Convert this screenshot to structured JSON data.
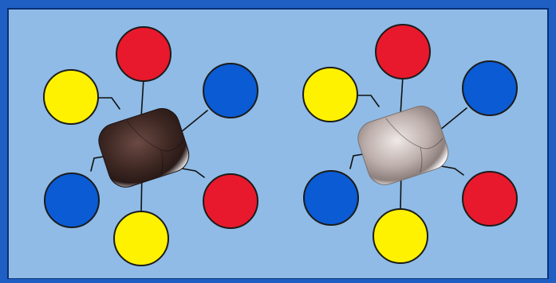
{
  "colors": {
    "frame": "#1f5fc4",
    "panel": "#8fbbe6",
    "panel_border": "#0b2f73",
    "red": "#e8192c",
    "yellow": "#fff200",
    "blue": "#0a5bd4",
    "dark_core": "#4a302a",
    "light_core": "#c9bfbd"
  },
  "figures": [
    {
      "id": "left",
      "core_tone": "dark",
      "balls": [
        {
          "color": "red",
          "position": "top"
        },
        {
          "color": "yellow",
          "position": "upper-left"
        },
        {
          "color": "blue",
          "position": "upper-right"
        },
        {
          "color": "blue",
          "position": "lower-left"
        },
        {
          "color": "red",
          "position": "lower-right"
        },
        {
          "color": "yellow",
          "position": "bottom"
        }
      ]
    },
    {
      "id": "right",
      "core_tone": "light",
      "balls": [
        {
          "color": "red",
          "position": "top"
        },
        {
          "color": "yellow",
          "position": "upper-left"
        },
        {
          "color": "blue",
          "position": "upper-right"
        },
        {
          "color": "blue",
          "position": "lower-left"
        },
        {
          "color": "red",
          "position": "lower-right"
        },
        {
          "color": "yellow",
          "position": "bottom"
        }
      ]
    }
  ]
}
